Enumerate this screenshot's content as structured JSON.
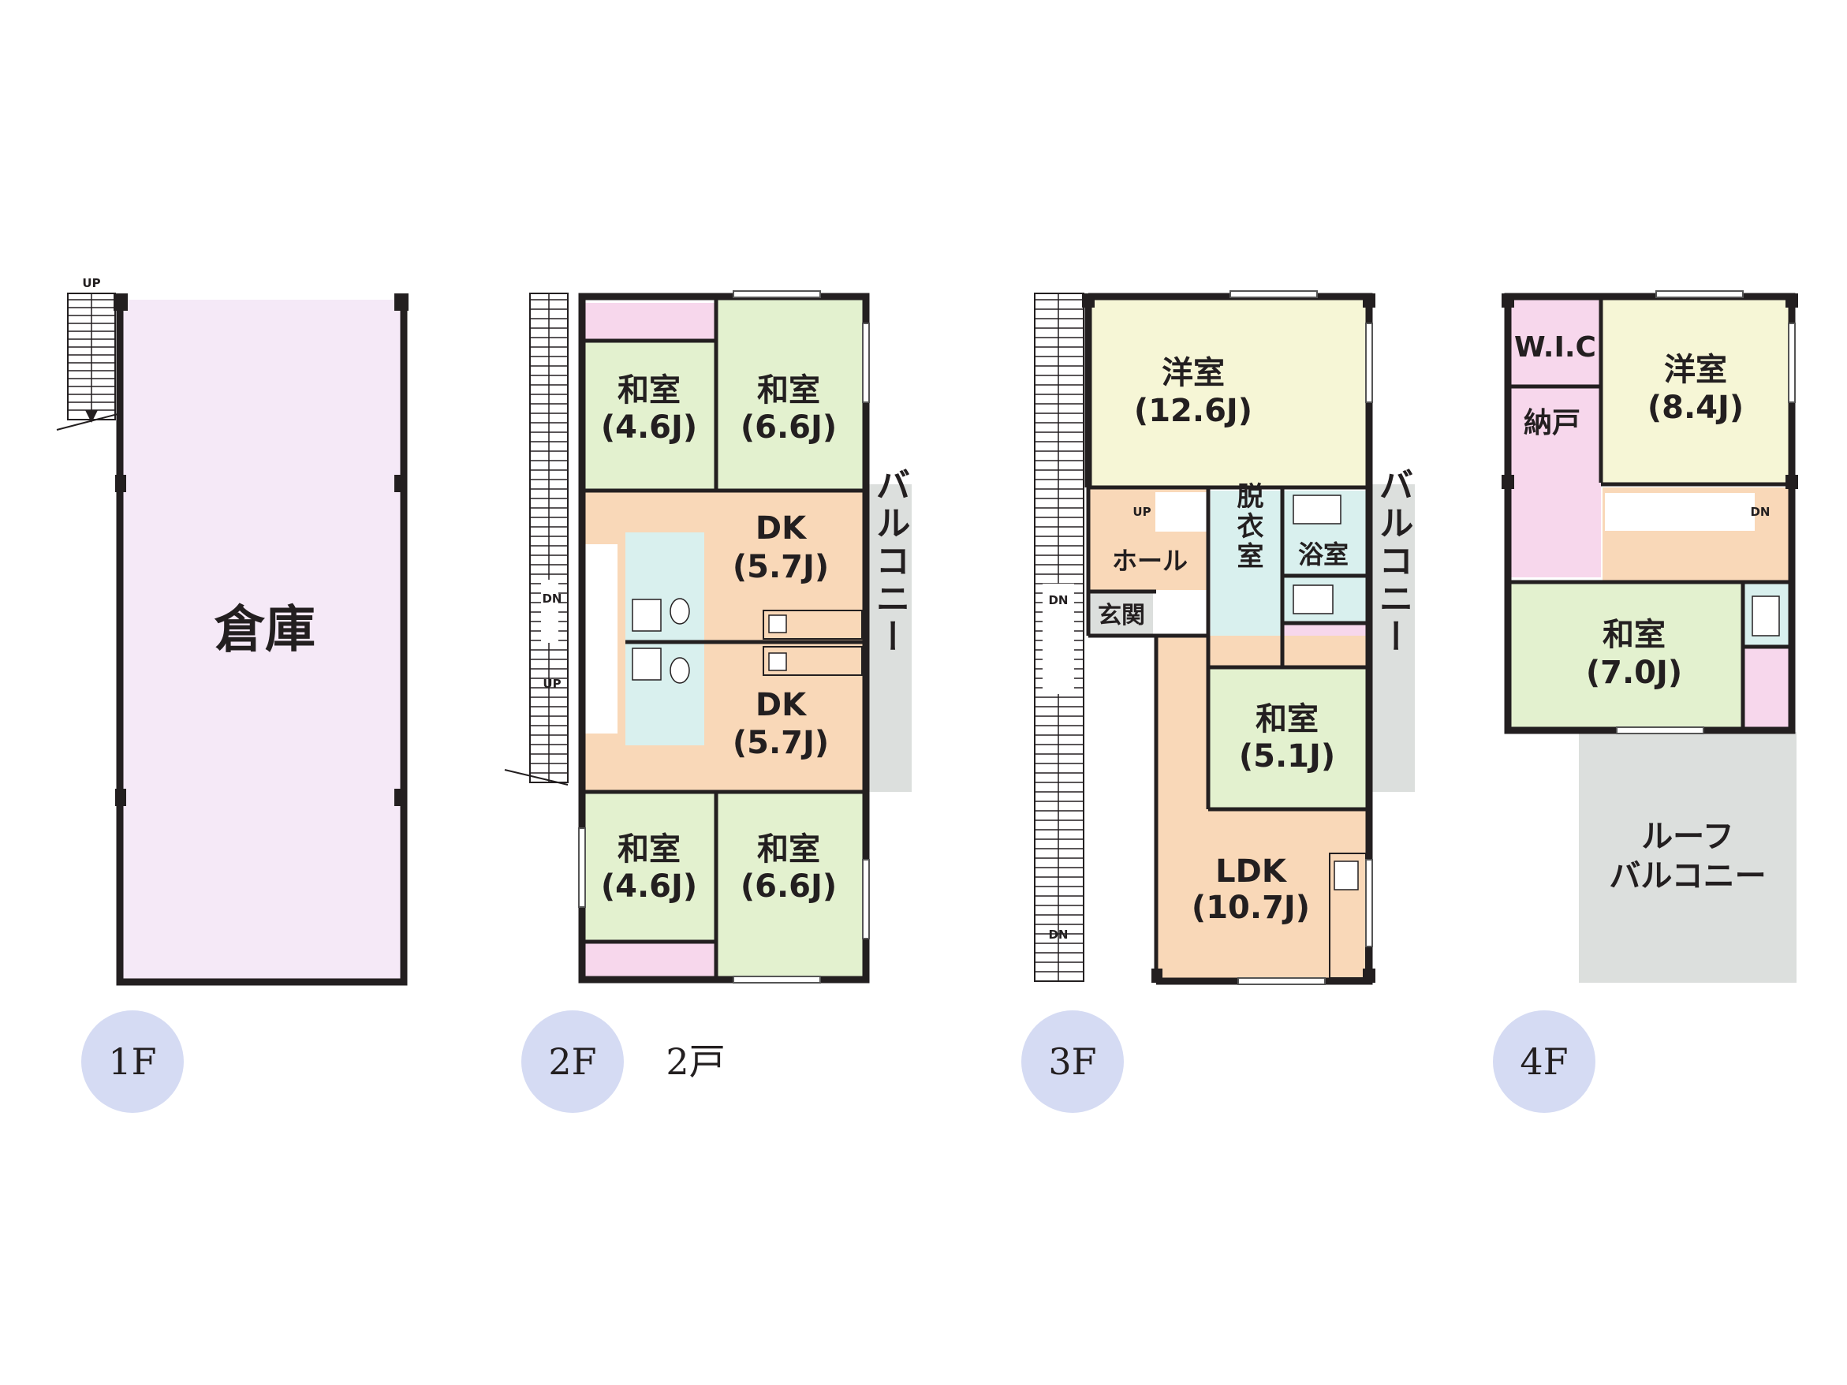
{
  "colors": {
    "warehouse": "#f5e9f7",
    "washitsu": "#e3f1cf",
    "yoshitsu": "#f6f6d6",
    "dk": "#f9d8b8",
    "water": "#d9f0ee",
    "closet": "#f7d7ec",
    "balcony": "#dcdfdd",
    "floor_badge": "#d5dbf3",
    "wall": "#231f20"
  },
  "floors": {
    "f1": {
      "badge": "1F",
      "rooms": {
        "warehouse": "倉庫"
      },
      "stair": {
        "up": "UP"
      }
    },
    "f2": {
      "badge": "2F",
      "note": "2戸",
      "rooms": {
        "washitsu_tl": {
          "name": "和室",
          "size": "(4.6J)"
        },
        "washitsu_tr": {
          "name": "和室",
          "size": "(6.6J)"
        },
        "dk_top": {
          "name": "DK",
          "size": "(5.7J)"
        },
        "dk_bottom": {
          "name": "DK",
          "size": "(5.7J)"
        },
        "washitsu_bl": {
          "name": "和室",
          "size": "(4.6J)"
        },
        "washitsu_br": {
          "name": "和室",
          "size": "(6.6J)"
        },
        "balcony": "バルコニー"
      },
      "stair": {
        "dn": "DN",
        "up": "UP"
      }
    },
    "f3": {
      "badge": "3F",
      "rooms": {
        "yoshitsu": {
          "name": "洋室",
          "size": "(12.6J)"
        },
        "hall": "ホール",
        "genkan": "玄関",
        "datsui": "脱衣室",
        "yokushitsu": "浴室",
        "washitsu": {
          "name": "和室",
          "size": "(5.1J)"
        },
        "ldk": {
          "name": "LDK",
          "size": "(10.7J)"
        },
        "balcony": "バルコニー"
      },
      "stair": {
        "dn1": "DN",
        "dn2": "DN",
        "up": "UP"
      }
    },
    "f4": {
      "badge": "4F",
      "rooms": {
        "wic": "W.I.C",
        "nando": "納戸",
        "yoshitsu": {
          "name": "洋室",
          "size": "(8.4J)"
        },
        "washitsu": {
          "name": "和室",
          "size": "(7.0J)"
        },
        "roof_balcony_1": "ルーフ",
        "roof_balcony_2": "バルコニー"
      },
      "stair": {
        "dn": "DN"
      }
    }
  }
}
